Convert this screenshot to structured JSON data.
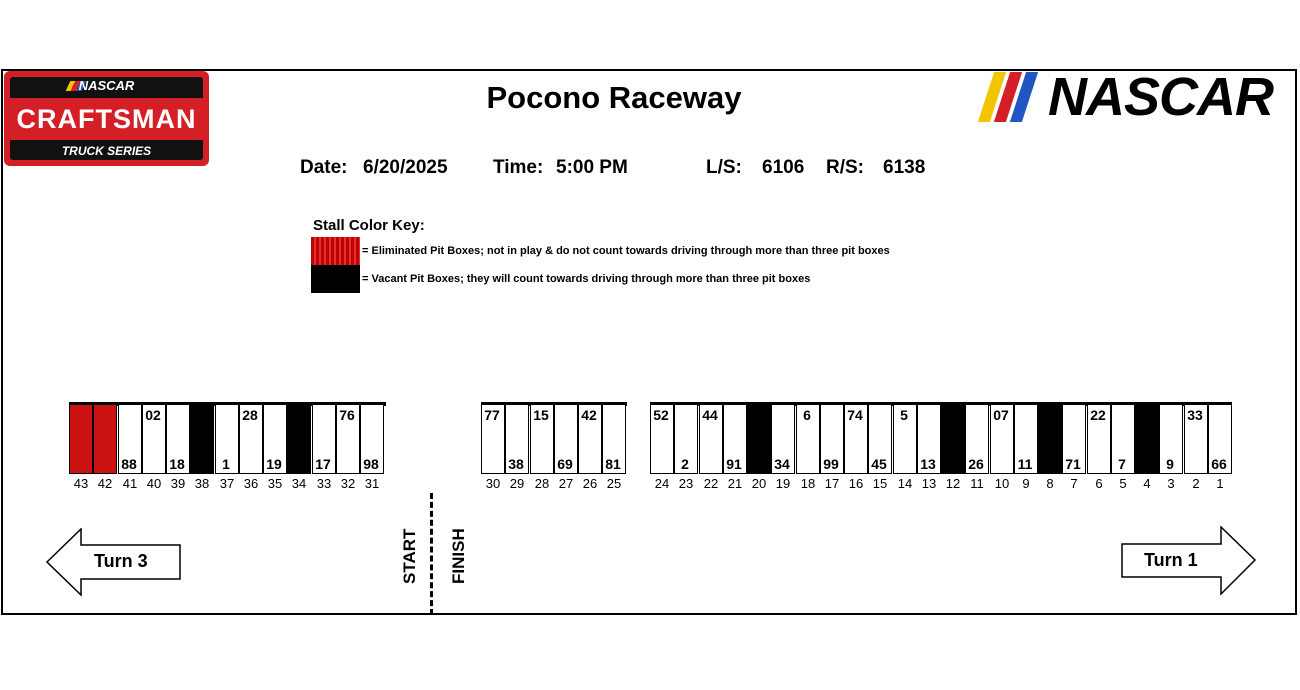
{
  "header": {
    "title": "Pocono Raceway",
    "date_label": "Date:",
    "date": "6/20/2025",
    "time_label": "Time:",
    "time": "5:00 PM",
    "ls_label": "L/S:",
    "ls": "6106",
    "rs_label": "R/S:",
    "rs": "6138"
  },
  "logos": {
    "craftsman_nascar": "NASCAR",
    "craftsman": "CRAFTSMAN",
    "truck_series": "TRUCK SERIES",
    "nascar": "NASCAR"
  },
  "key": {
    "title": "Stall Color Key:",
    "eliminated": "= Eliminated Pit Boxes; not in play & do not count towards driving through more than three pit boxes",
    "vacant": "= Vacant Pit Boxes; they will count towards driving through more than three pit boxes"
  },
  "colors": {
    "eliminated": "#cc1111",
    "vacant": "#000000",
    "brand_red": "#d41f26"
  },
  "stalls": [
    {
      "stall": "43",
      "state": "eliminated",
      "car": "",
      "pos": "bottom"
    },
    {
      "stall": "42",
      "state": "eliminated",
      "car": "",
      "pos": "bottom"
    },
    {
      "stall": "41",
      "state": "open",
      "car": "88",
      "pos": "bottom"
    },
    {
      "stall": "40",
      "state": "open",
      "car": "02",
      "pos": "top"
    },
    {
      "stall": "39",
      "state": "open",
      "car": "18",
      "pos": "bottom"
    },
    {
      "stall": "38",
      "state": "vacant",
      "car": "",
      "pos": "bottom"
    },
    {
      "stall": "37",
      "state": "open",
      "car": "1",
      "pos": "bottom"
    },
    {
      "stall": "36",
      "state": "open",
      "car": "28",
      "pos": "top"
    },
    {
      "stall": "35",
      "state": "open",
      "car": "19",
      "pos": "bottom"
    },
    {
      "stall": "34",
      "state": "vacant",
      "car": "",
      "pos": "bottom"
    },
    {
      "stall": "33",
      "state": "open",
      "car": "17",
      "pos": "bottom"
    },
    {
      "stall": "32",
      "state": "open",
      "car": "76",
      "pos": "top"
    },
    {
      "stall": "31",
      "state": "open",
      "car": "98",
      "pos": "bottom"
    },
    {
      "stall": "30",
      "state": "open",
      "car": "77",
      "pos": "top"
    },
    {
      "stall": "29",
      "state": "open",
      "car": "38",
      "pos": "bottom"
    },
    {
      "stall": "28",
      "state": "open",
      "car": "15",
      "pos": "top"
    },
    {
      "stall": "27",
      "state": "open",
      "car": "69",
      "pos": "bottom"
    },
    {
      "stall": "26",
      "state": "open",
      "car": "42",
      "pos": "top"
    },
    {
      "stall": "25",
      "state": "open",
      "car": "81",
      "pos": "bottom"
    },
    {
      "stall": "24",
      "state": "open",
      "car": "52",
      "pos": "top"
    },
    {
      "stall": "23",
      "state": "open",
      "car": "2",
      "pos": "bottom"
    },
    {
      "stall": "22",
      "state": "open",
      "car": "44",
      "pos": "top"
    },
    {
      "stall": "21",
      "state": "open",
      "car": "91",
      "pos": "bottom"
    },
    {
      "stall": "20",
      "state": "vacant",
      "car": "",
      "pos": "bottom"
    },
    {
      "stall": "19",
      "state": "open",
      "car": "34",
      "pos": "bottom"
    },
    {
      "stall": "18",
      "state": "open",
      "car": "6",
      "pos": "top"
    },
    {
      "stall": "17",
      "state": "open",
      "car": "99",
      "pos": "bottom"
    },
    {
      "stall": "16",
      "state": "open",
      "car": "74",
      "pos": "top"
    },
    {
      "stall": "15",
      "state": "open",
      "car": "45",
      "pos": "bottom"
    },
    {
      "stall": "14",
      "state": "open",
      "car": "5",
      "pos": "top"
    },
    {
      "stall": "13",
      "state": "open",
      "car": "13",
      "pos": "bottom"
    },
    {
      "stall": "12",
      "state": "vacant",
      "car": "",
      "pos": "bottom"
    },
    {
      "stall": "11",
      "state": "open",
      "car": "26",
      "pos": "bottom"
    },
    {
      "stall": "10",
      "state": "open",
      "car": "07",
      "pos": "top"
    },
    {
      "stall": "9",
      "state": "open",
      "car": "11",
      "pos": "bottom"
    },
    {
      "stall": "8",
      "state": "vacant",
      "car": "",
      "pos": "bottom"
    },
    {
      "stall": "7",
      "state": "open",
      "car": "71",
      "pos": "bottom"
    },
    {
      "stall": "6",
      "state": "open",
      "car": "22",
      "pos": "top"
    },
    {
      "stall": "5",
      "state": "open",
      "car": "7",
      "pos": "bottom"
    },
    {
      "stall": "4",
      "state": "vacant",
      "car": "",
      "pos": "bottom"
    },
    {
      "stall": "3",
      "state": "open",
      "car": "9",
      "pos": "bottom"
    },
    {
      "stall": "2",
      "state": "open",
      "car": "33",
      "pos": "top"
    },
    {
      "stall": "1",
      "state": "open",
      "car": "66",
      "pos": "bottom"
    }
  ],
  "track": {
    "start": "START",
    "finish": "FINISH",
    "turn3": "Turn 3",
    "turn1": "Turn 1"
  }
}
